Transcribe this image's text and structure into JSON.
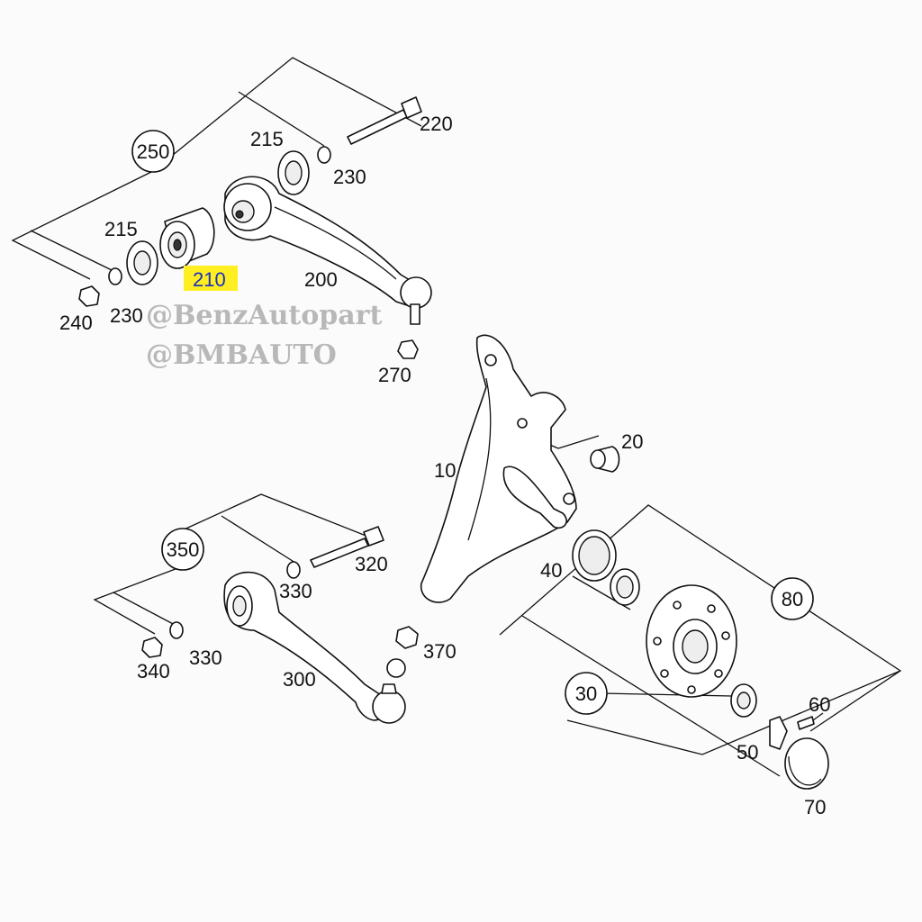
{
  "watermark": {
    "line1": "@BenzAutopart",
    "line2": "@BMBAUTO"
  },
  "colors": {
    "highlight": "#ffee22",
    "callout_210": "#1a2fbf",
    "ink": "#111111"
  },
  "callouts": {
    "c250": "250",
    "c350": "350",
    "c80": "80",
    "c30": "30"
  },
  "labels": {
    "l215a": "215",
    "l215b": "215",
    "l220": "220",
    "l230a": "230",
    "l230b": "230",
    "l210": "210",
    "l200": "200",
    "l240": "240",
    "l270": "270",
    "l20": "20",
    "l10": "10",
    "l40": "40",
    "l320": "320",
    "l330a": "330",
    "l330b": "330",
    "l340": "340",
    "l370": "370",
    "l300": "300",
    "l60": "60",
    "l50": "50",
    "l70": "70"
  }
}
